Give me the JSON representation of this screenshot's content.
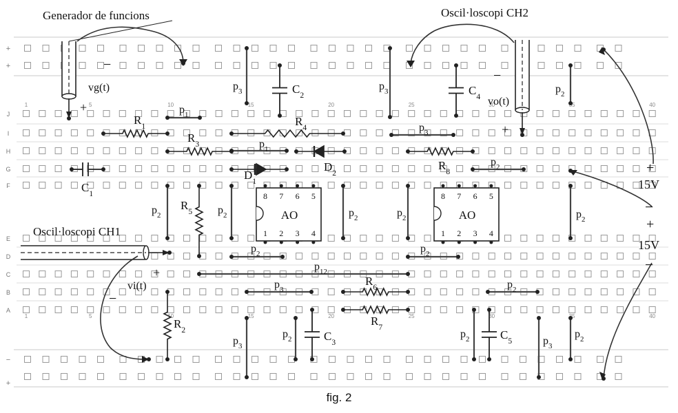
{
  "instruments": {
    "generator": "Generador de funcions",
    "scope_ch2": "Oscil·loscopi CH2",
    "scope_ch1": "Oscil·loscopi CH1"
  },
  "signals": {
    "vg": "vg(t)",
    "vo": "vo(t)",
    "vi": "vi(t)"
  },
  "supplies": {
    "top": "15V",
    "bottom": "15V",
    "plus": "+",
    "minus": "−"
  },
  "rail_signs": {
    "plus": "+",
    "minus": "−"
  },
  "row_letters": [
    "J",
    "I",
    "H",
    "G",
    "F",
    "E",
    "D",
    "C",
    "B",
    "A"
  ],
  "column_numbers": [
    "1",
    "5",
    "10",
    "15",
    "20",
    "25",
    "30",
    "35",
    "40"
  ],
  "components": {
    "R1": "R1",
    "R2": "R2",
    "R3": "R3",
    "R4": "R4",
    "R5": "R5",
    "R6": "R6",
    "R7": "R7",
    "R8": "R8",
    "C1": "C1",
    "C2": "C2",
    "C3": "C3",
    "C4": "C4",
    "C5": "C5",
    "D1": "D1",
    "D2": "D2"
  },
  "opamp": {
    "label": "AO",
    "top_pins": [
      "8",
      "7",
      "6",
      "5"
    ],
    "bottom_pins": [
      "1",
      "2",
      "3",
      "4"
    ]
  },
  "jumpers": {
    "p1": "p1",
    "p2": "p2",
    "p3": "p3",
    "p12": "p12"
  },
  "caption": "fig. 2"
}
